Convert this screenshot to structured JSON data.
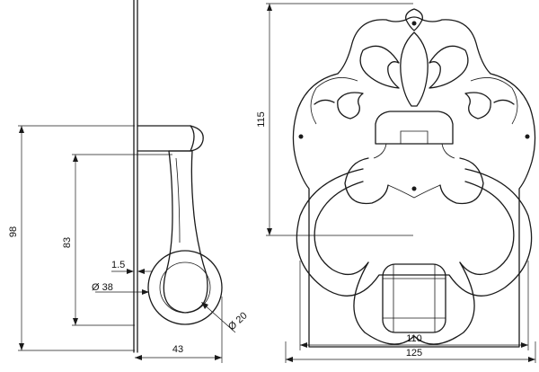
{
  "dimensions": {
    "side_height_total": "98",
    "side_height_pivot": "83",
    "plate_thickness": "1.5",
    "rosette_diameter": "Ø 38",
    "pin_diameter": "Ø 20",
    "side_depth": "43",
    "front_height": "115",
    "ring_width": "110",
    "plate_width": "125"
  }
}
